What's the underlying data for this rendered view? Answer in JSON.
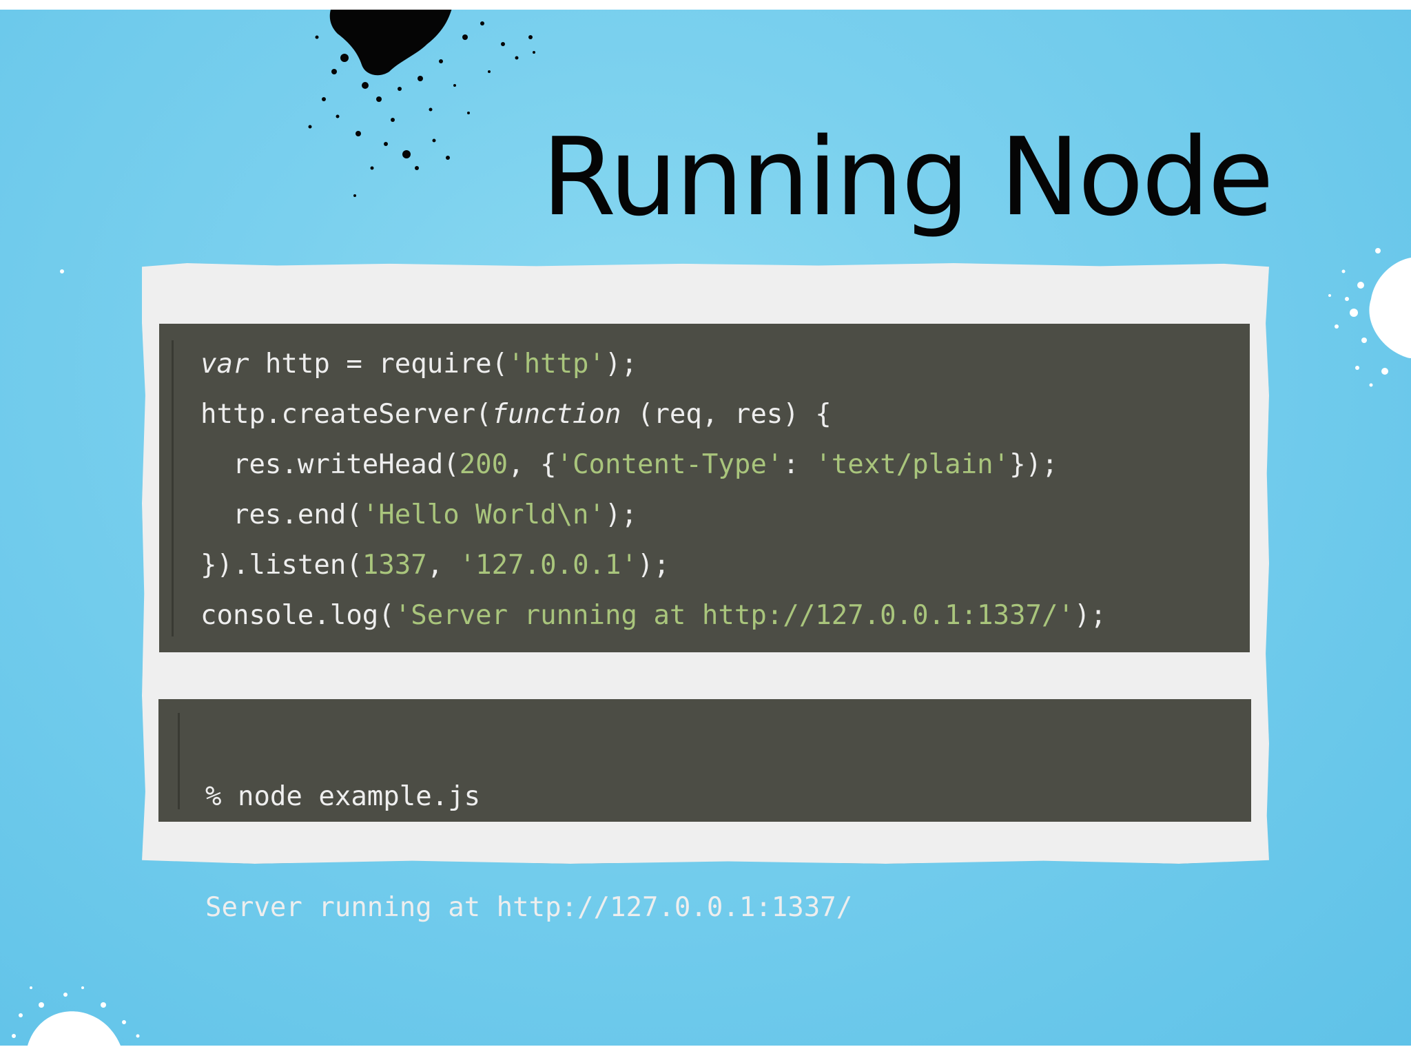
{
  "slide": {
    "title": "Running Node",
    "code_lines": [
      [
        {
          "t": "var",
          "c": "kw"
        },
        {
          "t": " http = require(",
          "c": ""
        },
        {
          "t": "'http'",
          "c": "str"
        },
        {
          "t": ");",
          "c": ""
        }
      ],
      [
        {
          "t": "http.createServer(",
          "c": ""
        },
        {
          "t": "function",
          "c": "kw"
        },
        {
          "t": " (req, res) {",
          "c": ""
        }
      ],
      [
        {
          "t": "  res.writeHead(",
          "c": ""
        },
        {
          "t": "200",
          "c": "num"
        },
        {
          "t": ", {",
          "c": ""
        },
        {
          "t": "'Content-Type'",
          "c": "str"
        },
        {
          "t": ": ",
          "c": ""
        },
        {
          "t": "'text/plain'",
          "c": "str"
        },
        {
          "t": "});",
          "c": ""
        }
      ],
      [
        {
          "t": "  res.end(",
          "c": ""
        },
        {
          "t": "'Hello World\\n'",
          "c": "str"
        },
        {
          "t": ");",
          "c": ""
        }
      ],
      [
        {
          "t": "}).listen(",
          "c": ""
        },
        {
          "t": "1337",
          "c": "num"
        },
        {
          "t": ", ",
          "c": ""
        },
        {
          "t": "'127.0.0.1'",
          "c": "str"
        },
        {
          "t": ");",
          "c": ""
        }
      ],
      [
        {
          "t": "console.log(",
          "c": ""
        },
        {
          "t": "'Server running at http://127.0.0.1:1337/'",
          "c": "str"
        },
        {
          "t": ");",
          "c": ""
        }
      ]
    ],
    "terminal_lines": [
      "% node example.js",
      "Server running at http://127.0.0.1:1337/"
    ]
  },
  "colors": {
    "background": "#7ad0ee",
    "code_background": "#4c4d45",
    "code_text": "#eeeeee",
    "code_string": "#a9c57c",
    "paper": "#efefef"
  }
}
